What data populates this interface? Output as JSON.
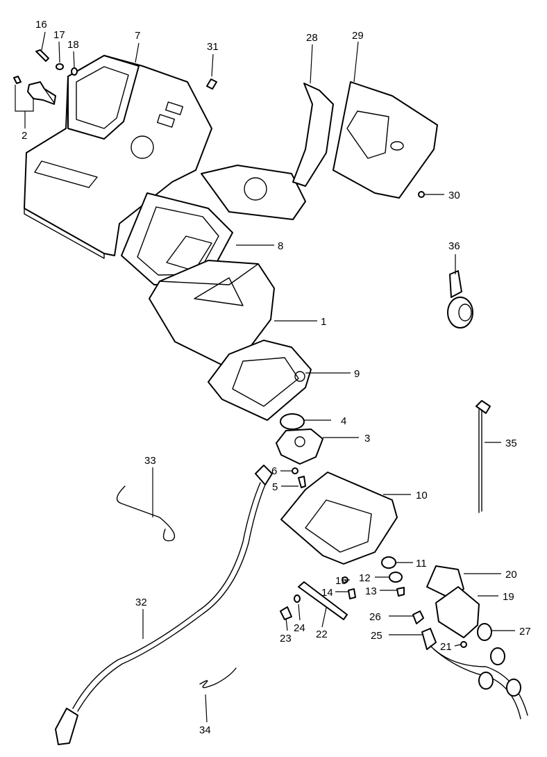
{
  "callouts": [
    {
      "id": "1",
      "text": "1"
    },
    {
      "id": "2",
      "text": "2"
    },
    {
      "id": "3",
      "text": "3"
    },
    {
      "id": "4",
      "text": "4"
    },
    {
      "id": "5",
      "text": "5"
    },
    {
      "id": "6",
      "text": "6"
    },
    {
      "id": "7",
      "text": "7"
    },
    {
      "id": "8",
      "text": "8"
    },
    {
      "id": "9",
      "text": "9"
    },
    {
      "id": "10",
      "text": "10"
    },
    {
      "id": "11",
      "text": "11"
    },
    {
      "id": "12",
      "text": "12"
    },
    {
      "id": "13",
      "text": "13"
    },
    {
      "id": "14",
      "text": "14"
    },
    {
      "id": "15",
      "text": "15"
    },
    {
      "id": "16",
      "text": "16"
    },
    {
      "id": "17",
      "text": "17"
    },
    {
      "id": "18",
      "text": "18"
    },
    {
      "id": "19",
      "text": "19"
    },
    {
      "id": "20",
      "text": "20"
    },
    {
      "id": "21",
      "text": "21"
    },
    {
      "id": "22",
      "text": "22"
    },
    {
      "id": "23",
      "text": "23"
    },
    {
      "id": "24",
      "text": "24"
    },
    {
      "id": "25",
      "text": "25"
    },
    {
      "id": "26",
      "text": "26"
    },
    {
      "id": "27",
      "text": "27"
    },
    {
      "id": "28",
      "text": "28"
    },
    {
      "id": "29",
      "text": "29"
    },
    {
      "id": "30",
      "text": "30"
    },
    {
      "id": "31",
      "text": "31"
    },
    {
      "id": "32",
      "text": "32"
    },
    {
      "id": "33",
      "text": "33"
    },
    {
      "id": "34",
      "text": "34"
    },
    {
      "id": "35",
      "text": "35"
    },
    {
      "id": "36",
      "text": "36"
    }
  ]
}
